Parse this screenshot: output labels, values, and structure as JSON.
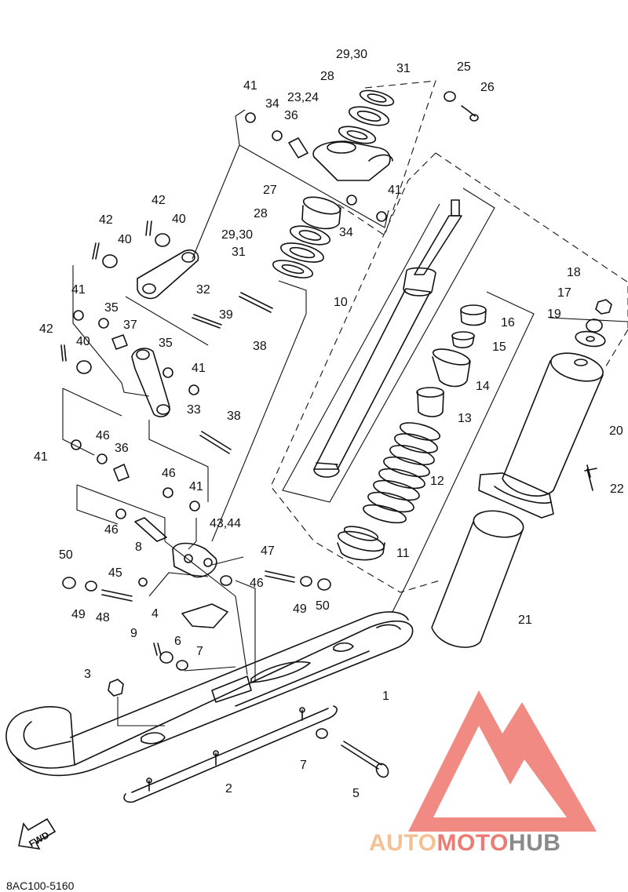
{
  "diagram": {
    "code": "8AC100-5160",
    "fwd_label": "FWD",
    "watermark": {
      "part1": "AUTO",
      "part2": "MOTO",
      "part3": "HUB"
    },
    "colors": {
      "logo": "#f08a82",
      "auto": "#f4c195",
      "moto": "#ec7b73",
      "hub": "#8a8a8a"
    },
    "labels": {
      "l29_30_top": "29,30",
      "l31_top": "31",
      "l25": "25",
      "l26": "26",
      "l41_top": "41",
      "l34_top": "34",
      "l23_24": "23,24",
      "l28_top": "28",
      "l36_top": "36",
      "l41_mid": "41",
      "l27": "27",
      "l28_mid": "28",
      "l34_mid": "34",
      "l29_30_mid": "29,30",
      "l31_mid": "31",
      "l42_a": "42",
      "l42_b": "42",
      "l40_a": "40",
      "l40_b": "40",
      "l32": "32",
      "l10": "10",
      "l18": "18",
      "l17": "17",
      "l19": "19",
      "l16": "16",
      "l15": "15",
      "l14": "14",
      "l13": "13",
      "l20": "20",
      "l12": "12",
      "l22": "22",
      "l11": "11",
      "l21": "21",
      "l41_left": "41",
      "l35_a": "35",
      "l37": "37",
      "l39": "39",
      "l38_a": "38",
      "l42_c": "42",
      "l40_c": "40",
      "l35_b": "35",
      "l41_b": "41",
      "l33": "33",
      "l38_b": "38",
      "l46_a": "46",
      "l36_b": "36",
      "l41_c": "41",
      "l46_b": "46",
      "l41_d": "41",
      "l46_c": "46",
      "l8": "8",
      "l43_44": "43,44",
      "l47": "47",
      "l50_a": "50",
      "l45": "45",
      "l46_d": "46",
      "l49_a": "49",
      "l48": "48",
      "l49_b": "49",
      "l50_b": "50",
      "l4": "4",
      "l9": "9",
      "l6": "6",
      "l7_a": "7",
      "l3": "3",
      "l1": "1",
      "l7_b": "7",
      "l2": "2",
      "l5": "5"
    }
  }
}
